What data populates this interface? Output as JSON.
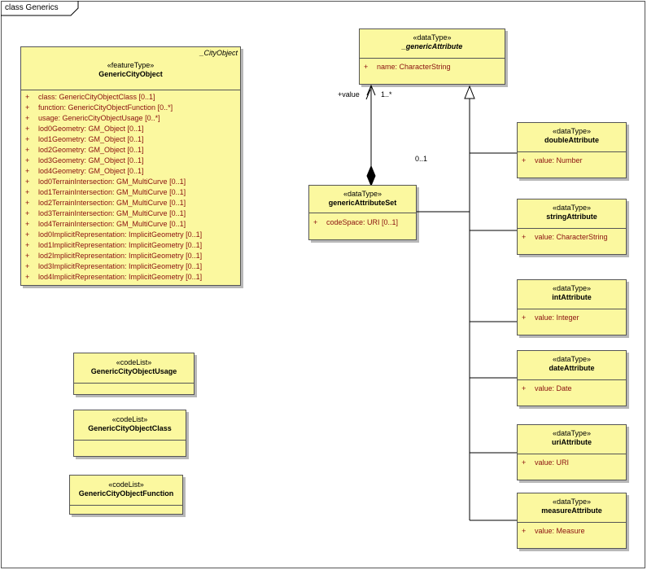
{
  "frame": {
    "title": "class Generics"
  },
  "visibility_symbol": "+",
  "generic_city_object": {
    "super_label": "_CityObject",
    "stereotype": "«featureType»",
    "name": "GenericCityObject",
    "attributes": [
      "class:  GenericCityObjectClass [0..1]",
      "function:  GenericCityObjectFunction [0..*]",
      "usage:  GenericCityObjectUsage [0..*]",
      "lod0Geometry:  GM_Object [0..1]",
      "lod1Geometry:  GM_Object [0..1]",
      "lod2Geometry:  GM_Object [0..1]",
      "lod3Geometry:  GM_Object [0..1]",
      "lod4Geometry:  GM_Object [0..1]",
      "lod0TerrainIntersection:  GM_MultiCurve [0..1]",
      "lod1TerrainIntersection:  GM_MultiCurve [0..1]",
      "lod2TerrainIntersection:  GM_MultiCurve [0..1]",
      "lod3TerrainIntersection:  GM_MultiCurve [0..1]",
      "lod4TerrainIntersection:  GM_MultiCurve [0..1]",
      "lod0ImplicitRepresentation:  ImplicitGeometry [0..1]",
      "lod1ImplicitRepresentation:  ImplicitGeometry [0..1]",
      "lod2ImplicitRepresentation:  ImplicitGeometry [0..1]",
      "lod3ImplicitRepresentation:  ImplicitGeometry [0..1]",
      "lod4ImplicitRepresentation:  ImplicitGeometry [0..1]"
    ]
  },
  "generic_attribute": {
    "stereotype": "«dataType»",
    "name": "_genericAttribute",
    "attributes": [
      "name:  CharacterString"
    ]
  },
  "generic_attribute_set": {
    "stereotype": "«dataType»",
    "name": "genericAttributeSet",
    "attributes": [
      "codeSpace:  URI [0..1]"
    ]
  },
  "subtypes": [
    {
      "stereotype": "«dataType»",
      "name": "doubleAttribute",
      "attribute": "value:  Number"
    },
    {
      "stereotype": "«dataType»",
      "name": "stringAttribute",
      "attribute": "value:  CharacterString"
    },
    {
      "stereotype": "«dataType»",
      "name": "intAttribute",
      "attribute": "value:  Integer"
    },
    {
      "stereotype": "«dataType»",
      "name": "dateAttribute",
      "attribute": "value:  Date"
    },
    {
      "stereotype": "«dataType»",
      "name": "uriAttribute",
      "attribute": "value:  URI"
    },
    {
      "stereotype": "«dataType»",
      "name": "measureAttribute",
      "attribute": "value:  Measure"
    }
  ],
  "code_lists": [
    {
      "stereotype": "«codeList»",
      "name": "GenericCityObjectUsage"
    },
    {
      "stereotype": "«codeList»",
      "name": "GenericCityObjectClass"
    },
    {
      "stereotype": "«codeList»",
      "name": "GenericCityObjectFunction"
    }
  ],
  "association": {
    "role": "+value",
    "multiplicity_target": "1..*",
    "multiplicity_source": "0..1"
  }
}
